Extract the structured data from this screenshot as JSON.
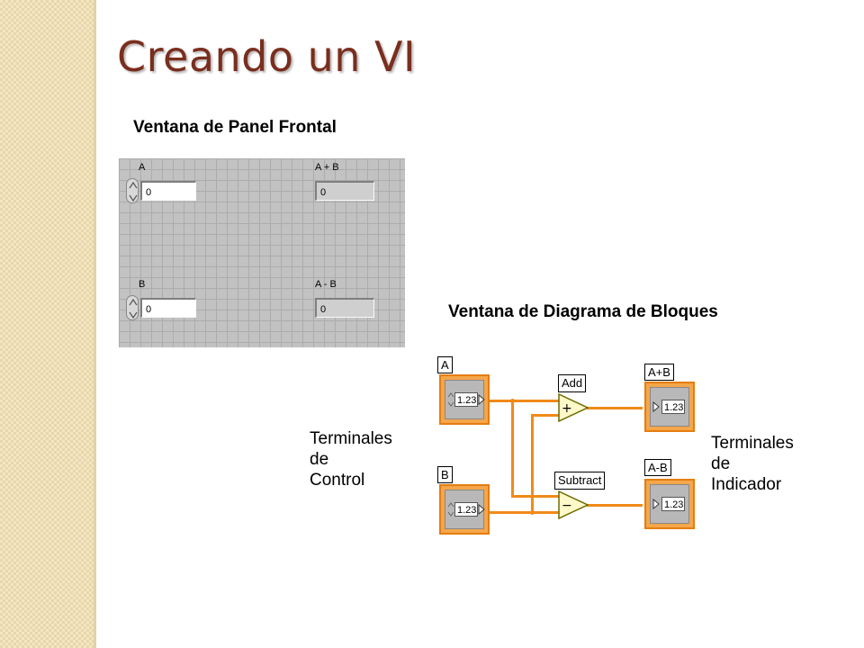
{
  "slide": {
    "title": "Creando un VI",
    "front_panel_heading": "Ventana de Panel Frontal",
    "block_diagram_heading": "Ventana de Diagrama de Bloques",
    "control_terminals_note": [
      "Terminales",
      "de",
      "Control"
    ],
    "indicator_terminals_note": [
      "Terminales",
      "de",
      "Indicador"
    ]
  },
  "front_panel": {
    "controls": [
      {
        "label": "A",
        "value": "0"
      },
      {
        "label": "B",
        "value": "0"
      }
    ],
    "indicators": [
      {
        "label": "A + B",
        "value": "0"
      },
      {
        "label": "A - B",
        "value": "0"
      }
    ]
  },
  "block_diagram": {
    "control_terminals": [
      {
        "label": "A",
        "type_text": "1.23"
      },
      {
        "label": "B",
        "type_text": "1.23"
      }
    ],
    "functions": [
      {
        "label": "Add",
        "symbol": "+"
      },
      {
        "label": "Subtract",
        "symbol": "−"
      }
    ],
    "indicator_terminals": [
      {
        "label": "A+B",
        "type_text": "1.23"
      },
      {
        "label": "A-B",
        "type_text": "1.23"
      }
    ]
  },
  "colors": {
    "title": "#7a2e1e",
    "wire": "#f08a18",
    "terminal_border": "#e57d10",
    "panel_bg": "#c2c2c2"
  }
}
